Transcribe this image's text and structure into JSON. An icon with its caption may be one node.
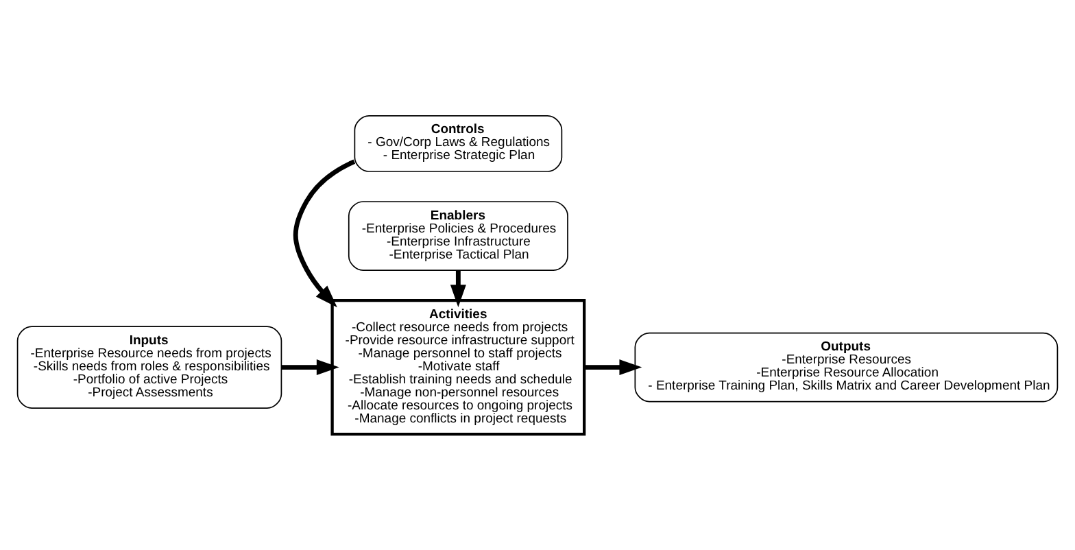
{
  "diagram": {
    "nodes": [
      {
        "text": [
          "Controls",
          "- Gov/Corp Laws & Regulations",
          "- Enterprise Strategic Plan"
        ]
      },
      {
        "text": [
          "Inputs",
          "-Enterprise Resource needs from projects",
          "-Skills needs from roles & responsibilities",
          "-Portfolio of active Projects",
          "-Project Assessments"
        ]
      },
      {
        "text": [
          "Activities",
          "-Collect resource needs from projects",
          "-Provide resource infrastructure support",
          "-Manage personnel to staff projects",
          "-Motivate staff",
          "-Establish training needs and schedule",
          "-Manage non-personnel resources",
          "-Allocate resources to ongoing projects",
          "-Manage conflicts in project requests"
        ]
      },
      {
        "text": [
          "Outputs",
          "-Enterprise Resources",
          "-Enterprise Resource Allocation",
          "- Enterprise Training Plan, Skills Matrix and Career Development Plan"
        ]
      },
      {
        "text": [
          "Enablers",
          "-Enterprise Policies & Procedures",
          "-Enterprise Infrastructure",
          "-Enterprise Tactical Plan"
        ]
      }
    ],
    "edges": [
      {
        "from": 0,
        "to": 2,
        "arrow": "to"
      },
      {
        "from": 1,
        "to": 2,
        "arrow": "to"
      },
      {
        "from": 2,
        "to": 3,
        "arrow": "to"
      },
      {
        "from": 4,
        "to": 2,
        "arrow": "to"
      }
    ]
  }
}
